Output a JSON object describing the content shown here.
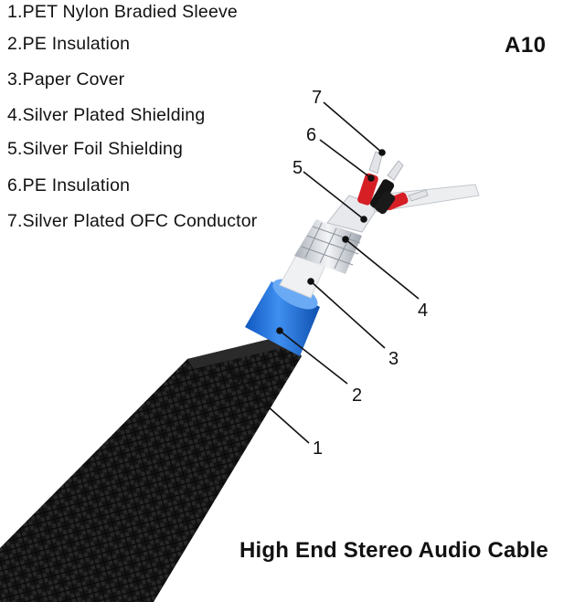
{
  "legend": {
    "items": [
      {
        "label": "1.PET Nylon Bradied Sleeve"
      },
      {
        "label": "2.PE Insulation"
      },
      {
        "label": "3.Paper Cover"
      },
      {
        "label": "4.Silver Plated Shielding"
      },
      {
        "label": "5.Silver Foil Shielding"
      },
      {
        "label": "6.PE Insulation"
      },
      {
        "label": "7.Silver Plated OFC Conductor"
      }
    ]
  },
  "model_code": "A10",
  "caption": "High End Stereo Audio Cable",
  "callouts": [
    {
      "number": "1"
    },
    {
      "number": "2"
    },
    {
      "number": "3"
    },
    {
      "number": "4"
    },
    {
      "number": "5"
    },
    {
      "number": "6"
    },
    {
      "number": "7"
    }
  ],
  "colors": {
    "sleeve": "#151515",
    "pe_insulation": "#1f6fd8",
    "paper_cover": "#f2f2f2",
    "shielding": "#c9ccd2",
    "wire_red": "#d61e25",
    "wire_black": "#141414",
    "text": "#111111"
  }
}
